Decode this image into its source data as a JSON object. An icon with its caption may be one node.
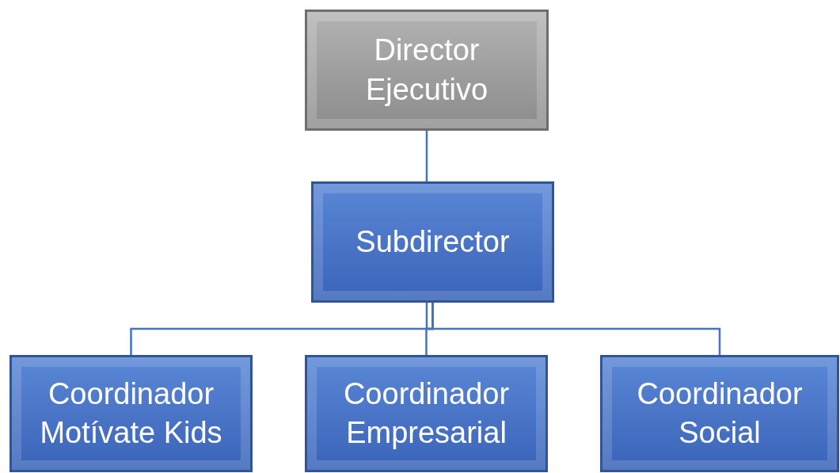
{
  "diagram": {
    "nodes": [
      {
        "text": [
          "Director Ejecutivo"
        ]
      },
      {
        "text": [
          "Subdirector"
        ]
      },
      {
        "text": [
          "Coordinador Motívate Kids"
        ]
      },
      {
        "text": [
          "Coordinador Empresarial"
        ]
      },
      {
        "text": [
          "Coordinador Social"
        ]
      }
    ],
    "edges": [
      {
        "from": 0,
        "to": 1,
        "arrow": "none"
      },
      {
        "from": 1,
        "to": 2,
        "arrow": "none"
      },
      {
        "from": 1,
        "to": 3,
        "arrow": "none"
      },
      {
        "from": 1,
        "to": 4,
        "arrow": "none"
      }
    ]
  }
}
